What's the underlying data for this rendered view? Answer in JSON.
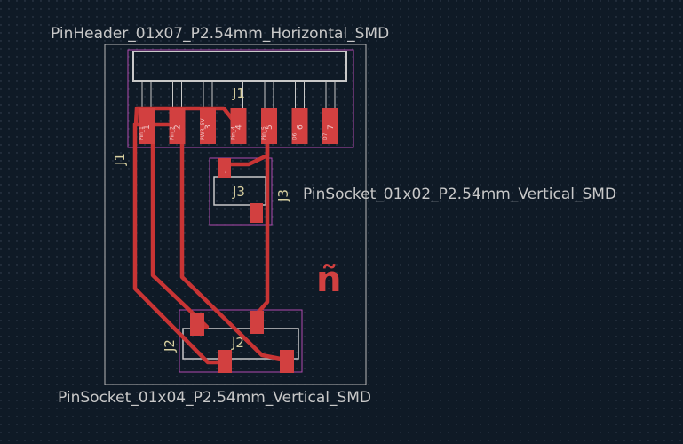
{
  "footprints": {
    "header": {
      "name": "PinHeader_01x07_P2.54mm_Horizontal_SMD",
      "ref": "J1",
      "ref_side": "J1",
      "pads": [
        {
          "num": "1",
          "net": "Pin_1"
        },
        {
          "num": "2",
          "net": "Pin_2"
        },
        {
          "num": "3",
          "net": "PWR_5V"
        },
        {
          "num": "4",
          "net": "Pin_4"
        },
        {
          "num": "5",
          "net": "Pin_5"
        },
        {
          "num": "6",
          "net": "D6"
        },
        {
          "num": "7",
          "net": "D7"
        }
      ]
    },
    "socket2": {
      "name": "PinSocket_01x02_P2.54mm_Vertical_SMD",
      "ref": "J3",
      "ref_side": "J3"
    },
    "socket4": {
      "name": "PinSocket_01x04_P2.54mm_Vertical_SMD",
      "ref": "J2",
      "ref_side": "J2"
    }
  },
  "marker_glyph": "ñ",
  "colors": {
    "background": "#0f1a26",
    "grid_dot": "#3a4656",
    "copper": "#c83434",
    "copper_pad": "#d24040",
    "silkscreen": "#c8c8c8",
    "courtyard": "#b04ab0",
    "edge_cuts": "#b8b8b8"
  }
}
